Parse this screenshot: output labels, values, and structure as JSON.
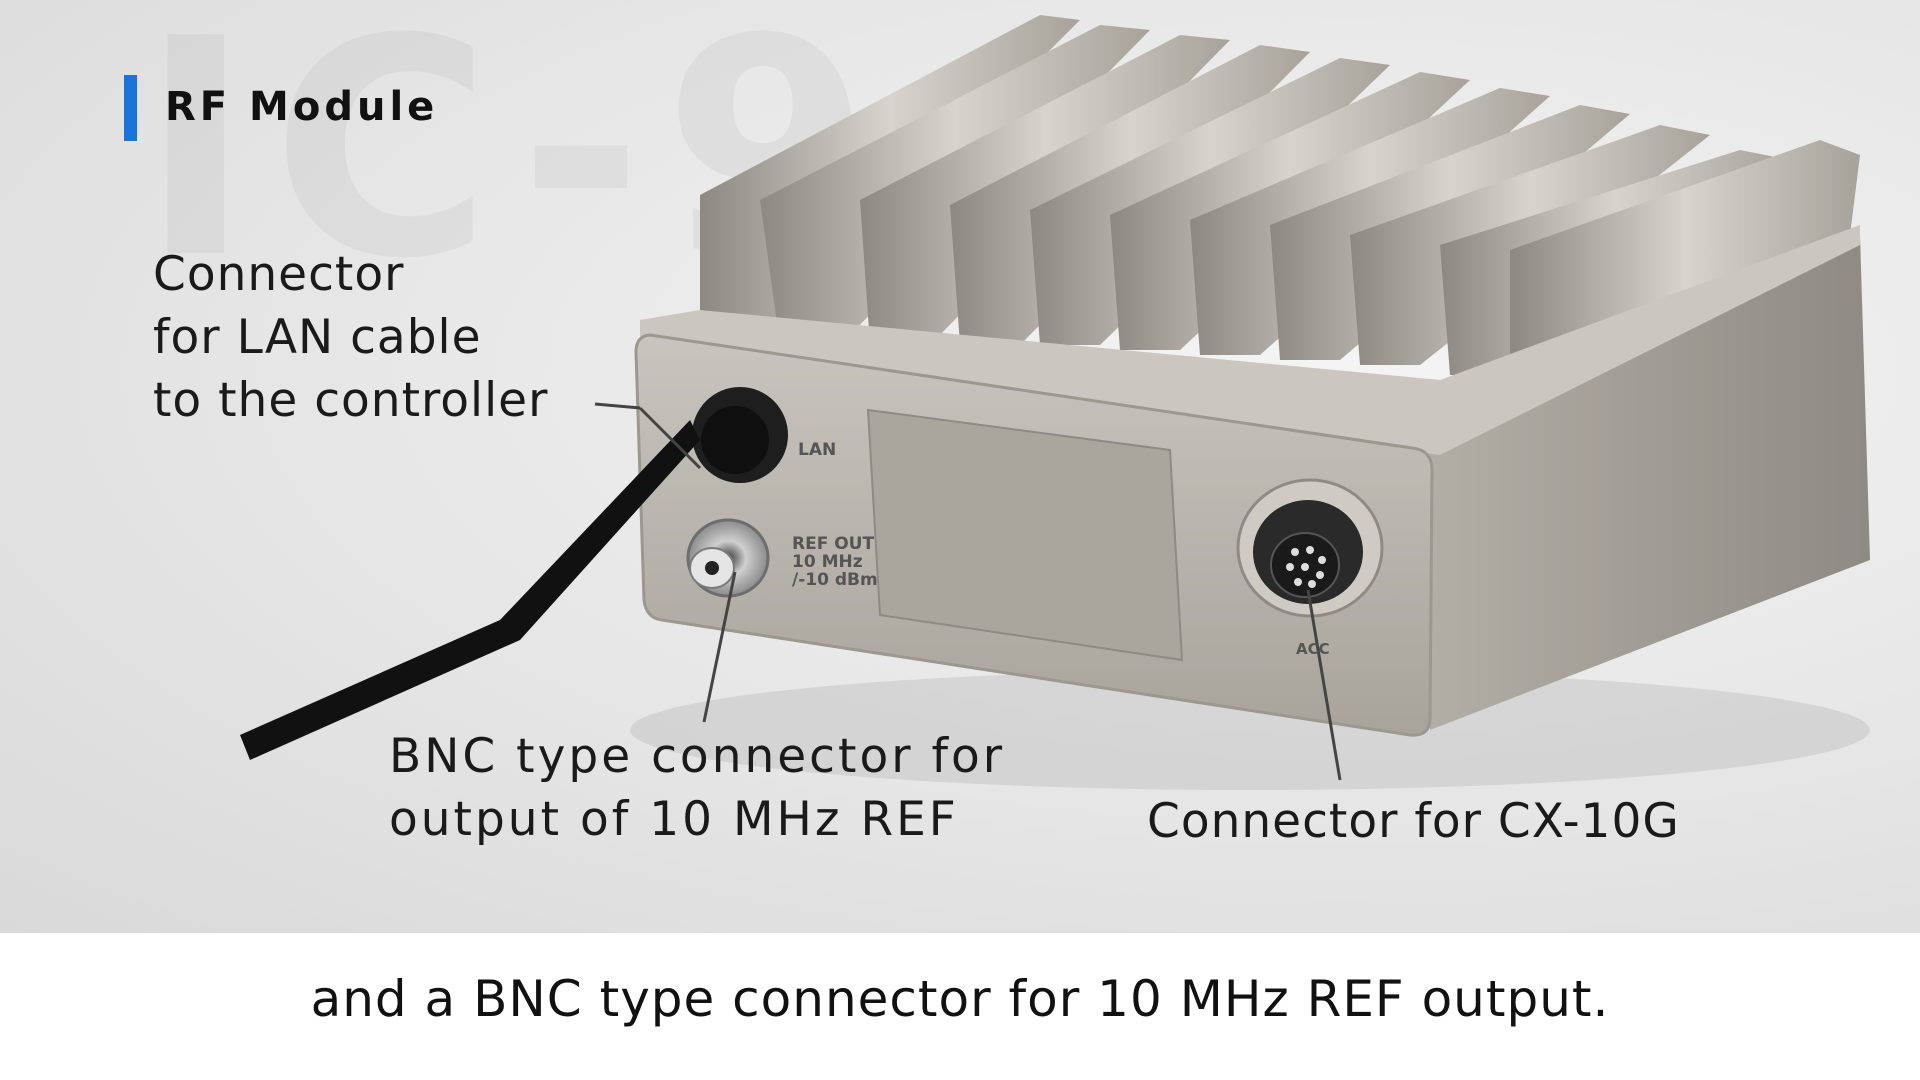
{
  "header": {
    "section_title": "RF Module",
    "watermark_text": "IC-9"
  },
  "callouts": {
    "lan": "Connector\nfor LAN cable\nto the controller",
    "bnc": "BNC type connector for\noutput of 10 MHz REF",
    "acc": "Connector for CX-10G"
  },
  "panel_labels": {
    "lan": "LAN",
    "ref": "REF OUT\n10 MHz\n/-10 dBm",
    "acc": "ACC"
  },
  "caption": "and a BNC type connector for 10 MHz REF output.",
  "colors": {
    "accent": "#1a73d9",
    "text": "#1a1a1a",
    "device": "#b9b4ac"
  },
  "icons": {
    "device": "rf-module-illustration"
  }
}
